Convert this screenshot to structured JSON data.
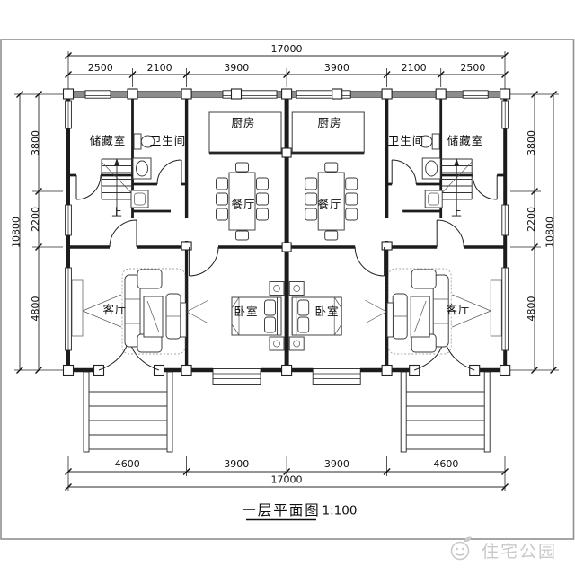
{
  "drawing": {
    "title": "一层平面图",
    "scale": "1:100",
    "watermark": "住宅公园"
  },
  "dimensions": {
    "top_total": "17000",
    "top_segments": [
      "2500",
      "2100",
      "3900",
      "3900",
      "2100",
      "2500"
    ],
    "side_total": "10800",
    "side_segments": [
      "3800",
      "2200",
      "4800"
    ],
    "bottom_total": "17000",
    "bottom_segments": [
      "4600",
      "3900",
      "3900",
      "4600"
    ]
  },
  "rooms": {
    "storage": "储藏室",
    "bathroom": "卫生间",
    "kitchen": "厨房",
    "dining": "餐厅",
    "living": "客厅",
    "bedroom": "卧室",
    "stairs_up": "上"
  }
}
